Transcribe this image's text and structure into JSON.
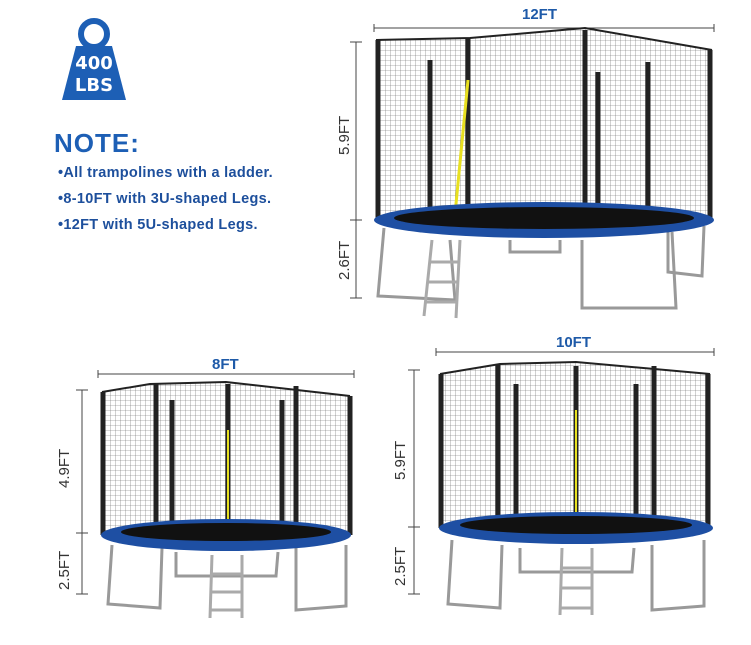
{
  "badge": {
    "line1": "400",
    "line2": "LBS"
  },
  "note": {
    "title": "NOTE:",
    "items": [
      "•All trampolines with a ladder.",
      "•8-10FT with 3U-shaped Legs.",
      "•12FT with 5U-shaped Legs."
    ]
  },
  "trampolines": {
    "t12": {
      "width": "12FT",
      "net_height": "5.9FT",
      "leg_height": "2.6FT"
    },
    "t8": {
      "width": "8FT",
      "net_height": "4.9FT",
      "leg_height": "2.5FT"
    },
    "t10": {
      "width": "10FT",
      "net_height": "5.9FT",
      "leg_height": "2.5FT"
    }
  },
  "colors": {
    "brand_blue": "#1d5fb5",
    "pad_blue": "#1e4fa3",
    "net": "#333333",
    "ladder_yellow": "#e8e020"
  }
}
